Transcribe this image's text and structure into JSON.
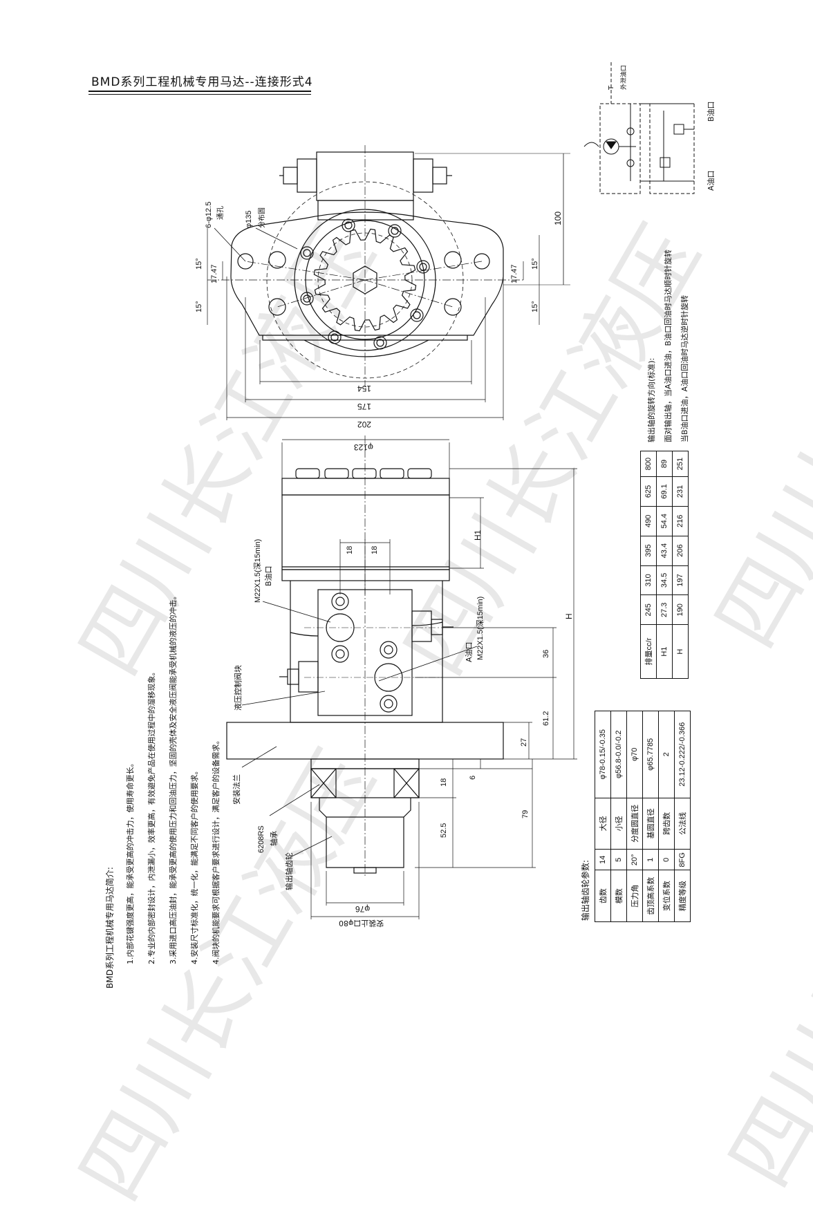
{
  "title": "BMD系列工程机械专用马达--连接形式4",
  "intro": {
    "heading": "BMD系列工程机械专用马达简介:",
    "items": [
      "1.内部花键强度更高，能承受更高的冲击力，使用寿命更长。",
      "2.专业的内部密封设计，内泄漏小，效率更高，有效避免产品在使用过程中的溜移现象。",
      "3.采用进口高压油封，能承受更高的使用压力和回油压力，坚固的壳体及安全液压阀能承受机械的液压的冲击。",
      "4.安装尺寸标准化，统一化，能满足不同客户的使用要求。",
      "4.阀块的机能要求可根据客户要求进行设计，满足客户的设备需求。"
    ]
  },
  "front_view": {
    "holes_label": "6-φ12.5",
    "holes_sub": "通孔",
    "pcd_label": "φ135",
    "pcd_sub": "分布圆",
    "angle": "15°",
    "offset": "17.47",
    "height": "100",
    "widths": [
      "154",
      "175",
      "202"
    ]
  },
  "side_view": {
    "top_dia": "φ123",
    "h1": "H1",
    "h": "H",
    "d18a": "18",
    "d18b": "18",
    "b_port": "M22X1.5(深15min)",
    "b_port_name": "B油口",
    "a_port": "M22X1.5(深15min)",
    "a_port_name": "A油口",
    "d36": "36",
    "d61": "61.2",
    "d27": "27",
    "d6": "6",
    "d18c": "18",
    "d79": "79",
    "d52": "52.5",
    "valve_label": "液压控制阀块",
    "mount_label": "安装法兰",
    "bearing_label": "6208RS",
    "bearing_sub": "轴承",
    "gear_label": "输出轴齿轮",
    "bottom_dia": "φ76",
    "pilot_label": "安装止口φ80"
  },
  "schematic": {
    "t_port": "T",
    "t_sub": "外泄油口",
    "b_port": "B油口",
    "a_port": "A油口"
  },
  "rotation": {
    "heading": "输出轴的旋转方向(标准):",
    "line1": "面对输出轴，当A油口进油，B油口回油时马达顺时针旋转",
    "line2": "当B油口进油，A油口回油时马达逆时针旋转"
  },
  "disp_table": {
    "rows": [
      [
        "排量cc/r",
        "245",
        "310",
        "395",
        "490",
        "625",
        "800"
      ],
      [
        "H1",
        "27.3",
        "34.5",
        "43.4",
        "54.4",
        "69.1",
        "89"
      ],
      [
        "H",
        "190",
        "197",
        "206",
        "216",
        "231",
        "251"
      ]
    ]
  },
  "gear_table": {
    "heading": "输出轴齿轮参数:",
    "rows": [
      [
        "齿数",
        "14",
        "大径",
        "φ78-0.15/-0.35"
      ],
      [
        "模数",
        "5",
        "小径",
        "φ56.8-0.0/-0.2"
      ],
      [
        "压力角",
        "20°",
        "分度圆直径",
        "φ70"
      ],
      [
        "齿顶高系数",
        "1",
        "基圆直径",
        "φ65.7785"
      ],
      [
        "变位系数",
        "0",
        "跨齿数",
        "2"
      ],
      [
        "精度等级",
        "8FG",
        "公法线",
        "23.12-0.222/-0.366"
      ]
    ]
  },
  "watermark": "四川长江液压"
}
